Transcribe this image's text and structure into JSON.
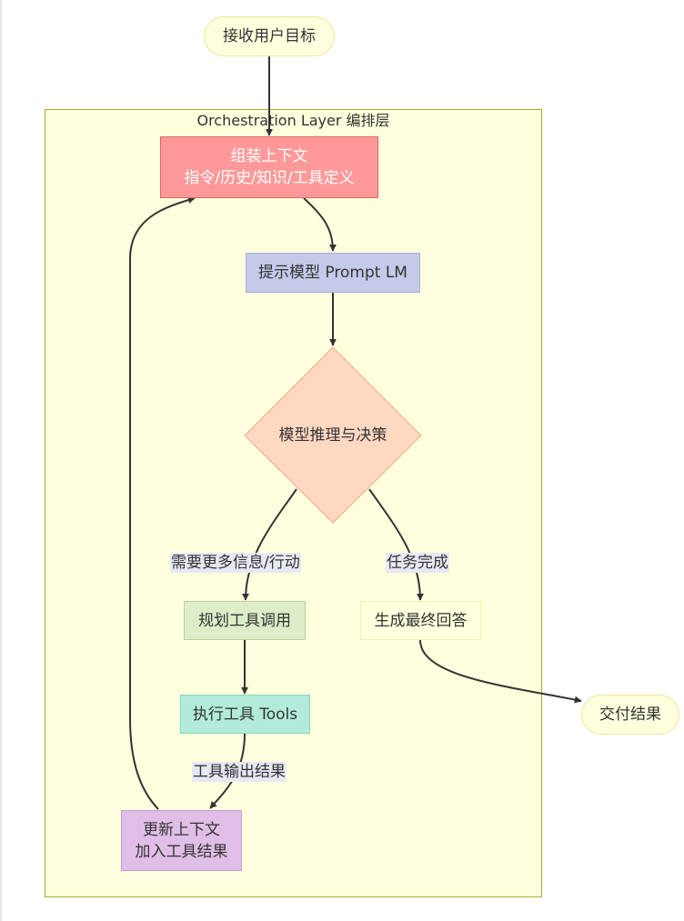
{
  "layer": {
    "title": "Orchestration Layer 编排层"
  },
  "nodes": {
    "receive_goal": "接收用户目标",
    "assemble_context": {
      "line1": "组装上下文",
      "line2": "指令/历史/知识/工具定义"
    },
    "prompt_model": "提示模型 Prompt LM",
    "reason_decide": "模型推理与决策",
    "plan_tool_call": "规划工具调用",
    "execute_tools": "执行工具 Tools",
    "update_context": {
      "line1": "更新上下文",
      "line2": "加入工具结果"
    },
    "generate_answer": "生成最终回答",
    "deliver_result": "交付结果"
  },
  "edge_labels": {
    "need_more": "需要更多信息/行动",
    "task_done": "任务完成",
    "tool_output": "工具输出结果"
  },
  "colors": {
    "layer_fill": "#ffffde",
    "layer_border": "#aaaa33",
    "assemble_fill": "#ff9999",
    "prompt_fill": "#c5cae9",
    "decision_fill": "#ffd8c2",
    "plan_fill": "#dcedc8",
    "exec_fill": "#b2ebdb",
    "update_fill": "#e1bee7",
    "terminal_fill": "#ffffde",
    "edge": "#333333"
  }
}
